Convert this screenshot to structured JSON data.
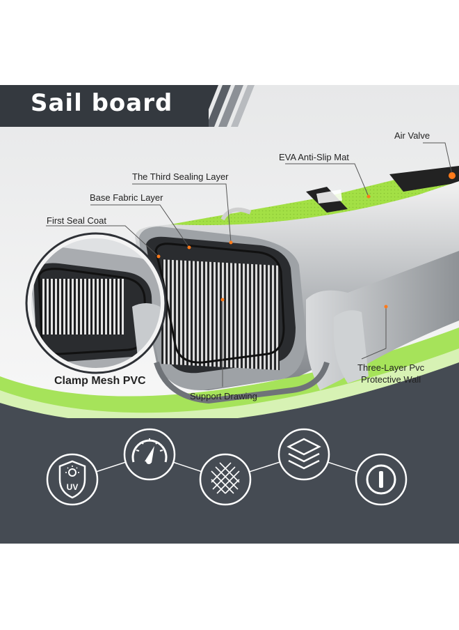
{
  "header": {
    "title": "Sail board"
  },
  "labels": {
    "air_valve": "Air Valve",
    "eva_mat": "EVA Anti-Slip Mat",
    "third_sealing": "The Third Sealing Layer",
    "base_fabric": "Base Fabric Layer",
    "first_seal": "First Seal Coat",
    "clamp_mesh": "Clamp Mesh PVC",
    "support_drawing": "Support Drawing",
    "three_layer_1": "Three-Layer Pvc",
    "three_layer_2": "Protective Wall"
  },
  "icons": {
    "uv_text": "UV",
    "items": [
      "uv-shield-icon",
      "pressure-gauge-icon",
      "mesh-icon",
      "layers-icon",
      "valve-icon"
    ]
  },
  "colors": {
    "accent_green": "#a6e35a",
    "dark_panel": "#454b53",
    "header_bg": "#34393f"
  }
}
